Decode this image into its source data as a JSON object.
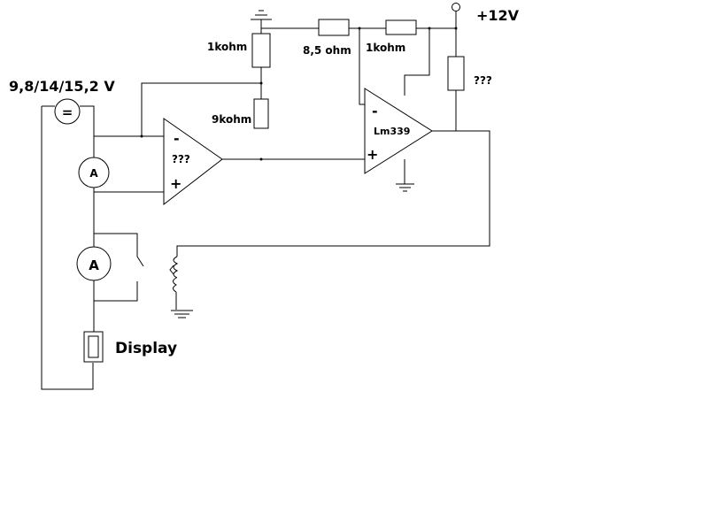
{
  "labels": {
    "supply_voltage": "9,8/14/15,2 V",
    "vcc": "+12V",
    "r_top_left": "1kohm",
    "r_series": "8,5 ohm",
    "r_top_right": "1kohm",
    "r_pullup": "???",
    "r_feedback": "9kohm",
    "opamp1_name": "???",
    "opamp1_minus": "-",
    "opamp1_plus": "+",
    "comparator_name": "Lm339",
    "comparator_minus": "-",
    "comparator_plus": "+",
    "ammeter1": "A",
    "ammeter2": "A",
    "display": "Display",
    "source_symbol": "="
  }
}
